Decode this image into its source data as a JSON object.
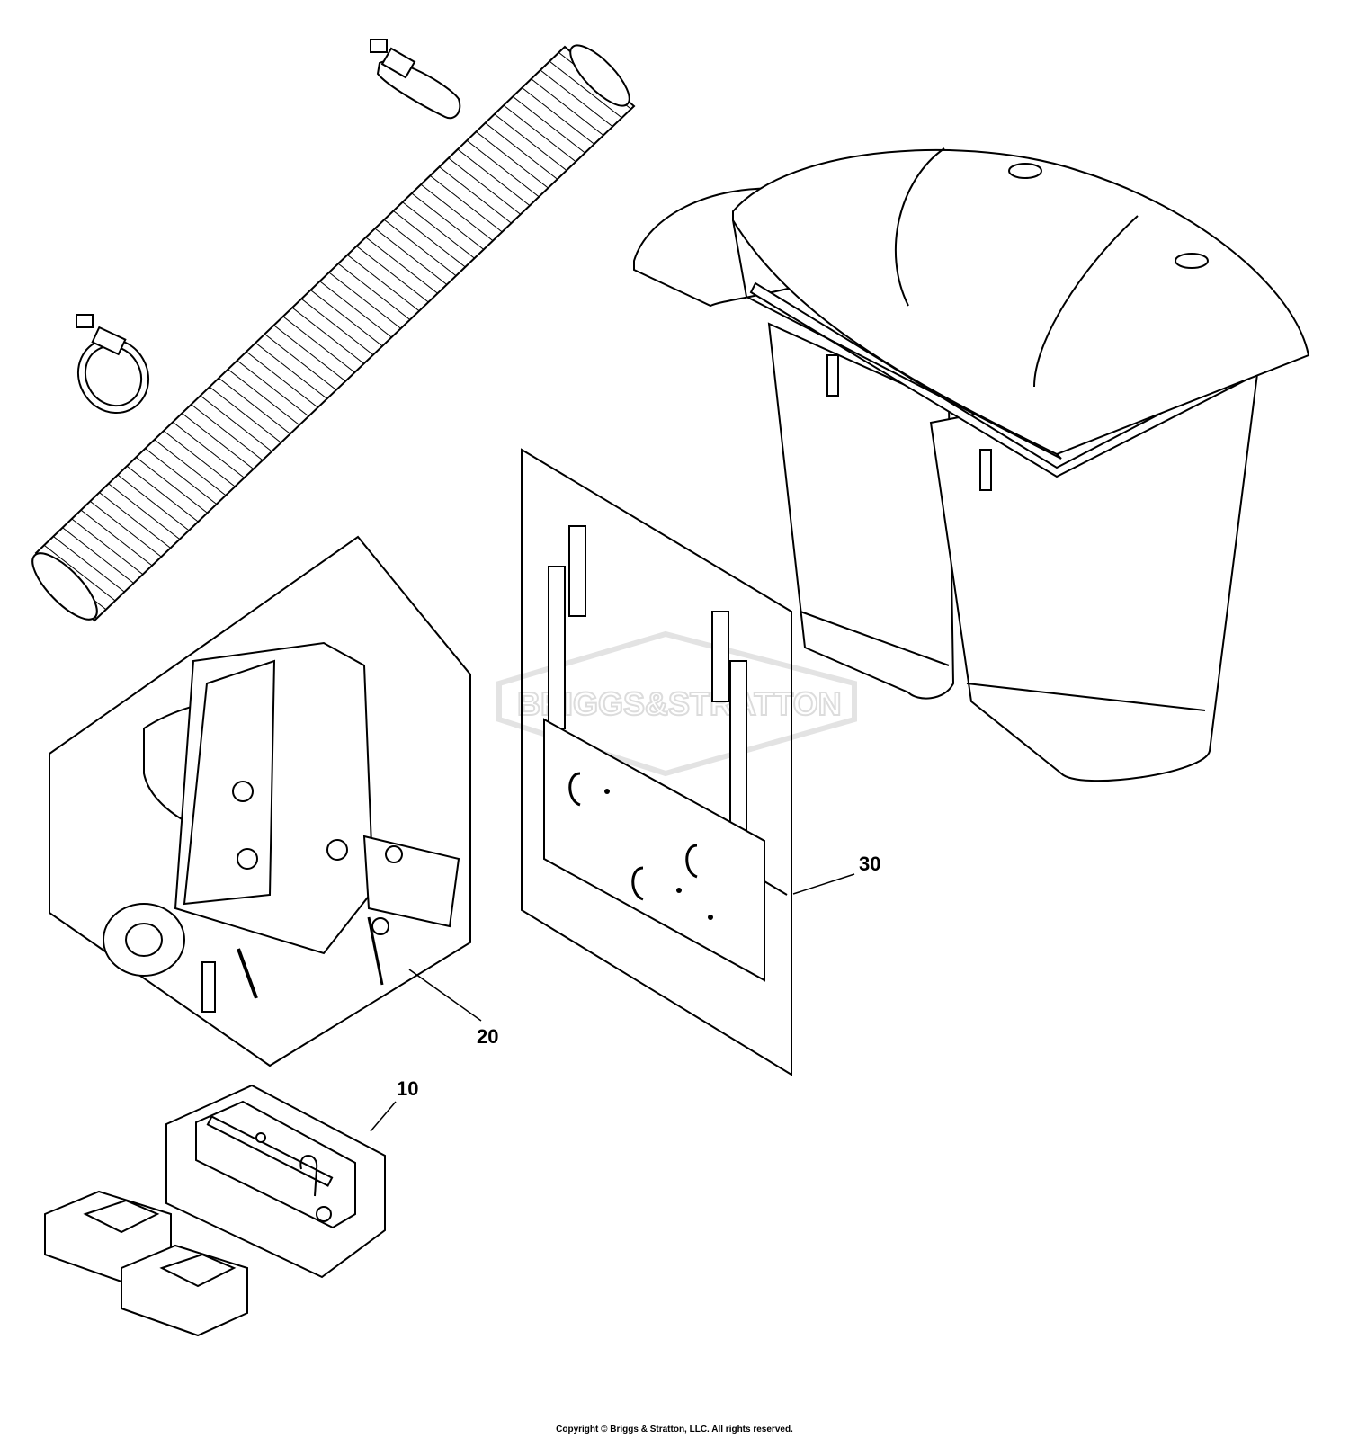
{
  "callouts": {
    "c10": "10",
    "c20": "20",
    "c30": "30"
  },
  "watermark": "BRIGGS&STRATTON",
  "copyright": "Copyright © Briggs & Stratton, LLC. All rights reserved.",
  "colors": {
    "line": "#000000",
    "watermark": "#dcdcdc",
    "background": "#ffffff"
  }
}
